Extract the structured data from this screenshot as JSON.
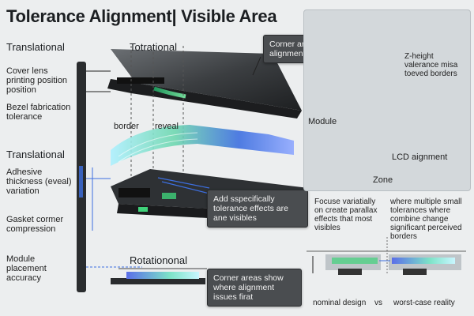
{
  "title": "Tolerance Alignment| Visible Area",
  "left_column": {
    "header_top": "Translational",
    "items_top": [
      "Cover lens printing position position",
      "Bezel fabrication tolerance"
    ],
    "header_mid": "Translational",
    "items_mid": [
      "Adhesive thickness (eveal) variation",
      "Gasket cormer compression",
      "Module placement accuracy"
    ]
  },
  "center": {
    "header_top": "Totrational",
    "label_border": "border",
    "label_reveal": "reveal",
    "header_bottom": "Rotationonal"
  },
  "callouts": {
    "top": "Corner areas show alignment issues first",
    "middle": "Add sspecifically tolerance effects are ane visibles",
    "bottom": "Corner areas show where alignment issues firat"
  },
  "inset": {
    "z_height": "Z-height valerance misa toeved borders",
    "module": "Module",
    "lcd": "LCD aignment",
    "zone": "Zone"
  },
  "comparison": {
    "left_text": "Focuse variatially on create parallax effects that most visibles",
    "right_text": "where multiple small tolerances where combine change significant perceived borders",
    "nominal": "nominal design",
    "vs": "vs",
    "worst": "worst-case reality"
  },
  "colors": {
    "accent_green": "#3fd27a",
    "accent_blue": "#3d6fe0",
    "frame_dark": "#2a2c2e",
    "callout_bg": "#4a4d50"
  }
}
